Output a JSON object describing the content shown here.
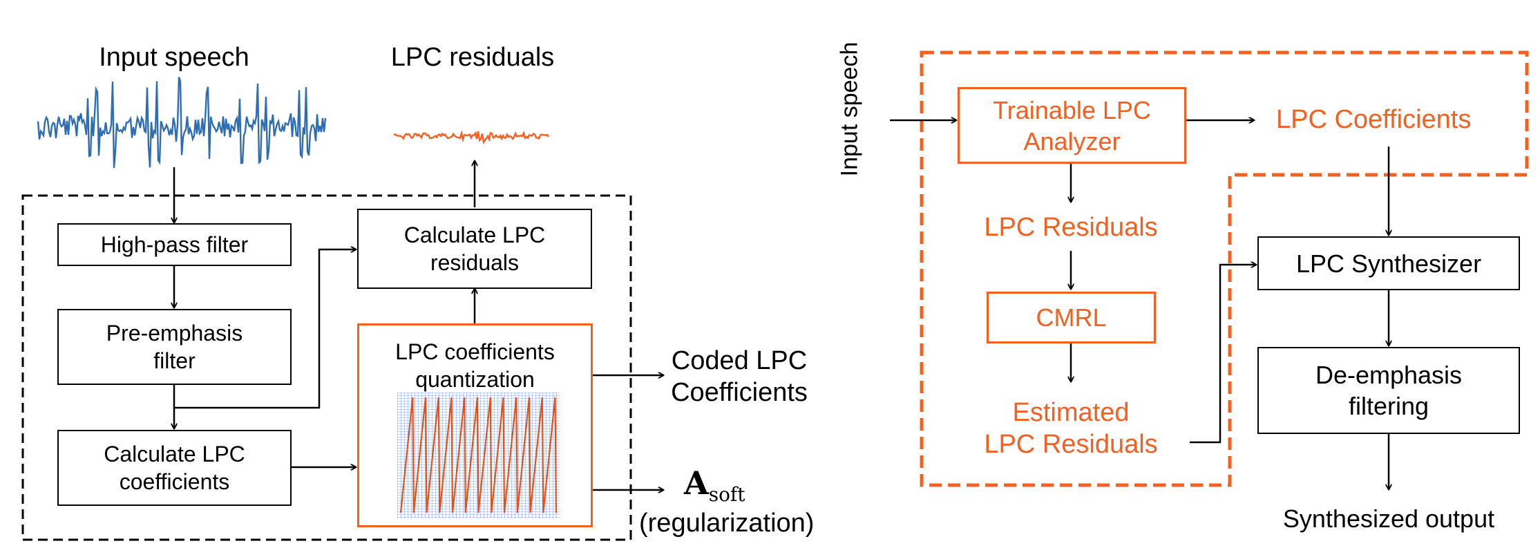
{
  "colors": {
    "accent": "#f26122",
    "waveform": "#2f6db3",
    "line": "#000000",
    "grid": "#5b8fd8"
  },
  "left": {
    "input_speech_label": "Input speech",
    "lpc_residuals_label": "LPC residuals",
    "high_pass_filter": "High-pass filter",
    "pre_emphasis_line1": "Pre-emphasis",
    "pre_emphasis_line2": "filter",
    "calc_coeff_line1": "Calculate LPC",
    "calc_coeff_line2": "coefficients",
    "calc_resid_line1": "Calculate LPC",
    "calc_resid_line2": "residuals",
    "quant_line1": "LPC coefficients",
    "quant_line2": "quantization",
    "coded_line1": "Coded LPC",
    "coded_line2": "Coefficients",
    "asoft_main": "A",
    "asoft_sub": "soft",
    "regularization": "(regularization)"
  },
  "right": {
    "input_speech_label": "Input speech",
    "trainable_line1": "Trainable LPC",
    "trainable_line2": "Analyzer",
    "lpc_coefficients": "LPC Coefficients",
    "lpc_residuals": "LPC Residuals",
    "cmrl": "CMRL",
    "estimated_line1": "Estimated",
    "estimated_line2": "LPC Residuals",
    "synthesizer": "LPC Synthesizer",
    "deemph_line1": "De-emphasis",
    "deemph_line2": "filtering",
    "synthesized_output": "Synthesized output"
  }
}
